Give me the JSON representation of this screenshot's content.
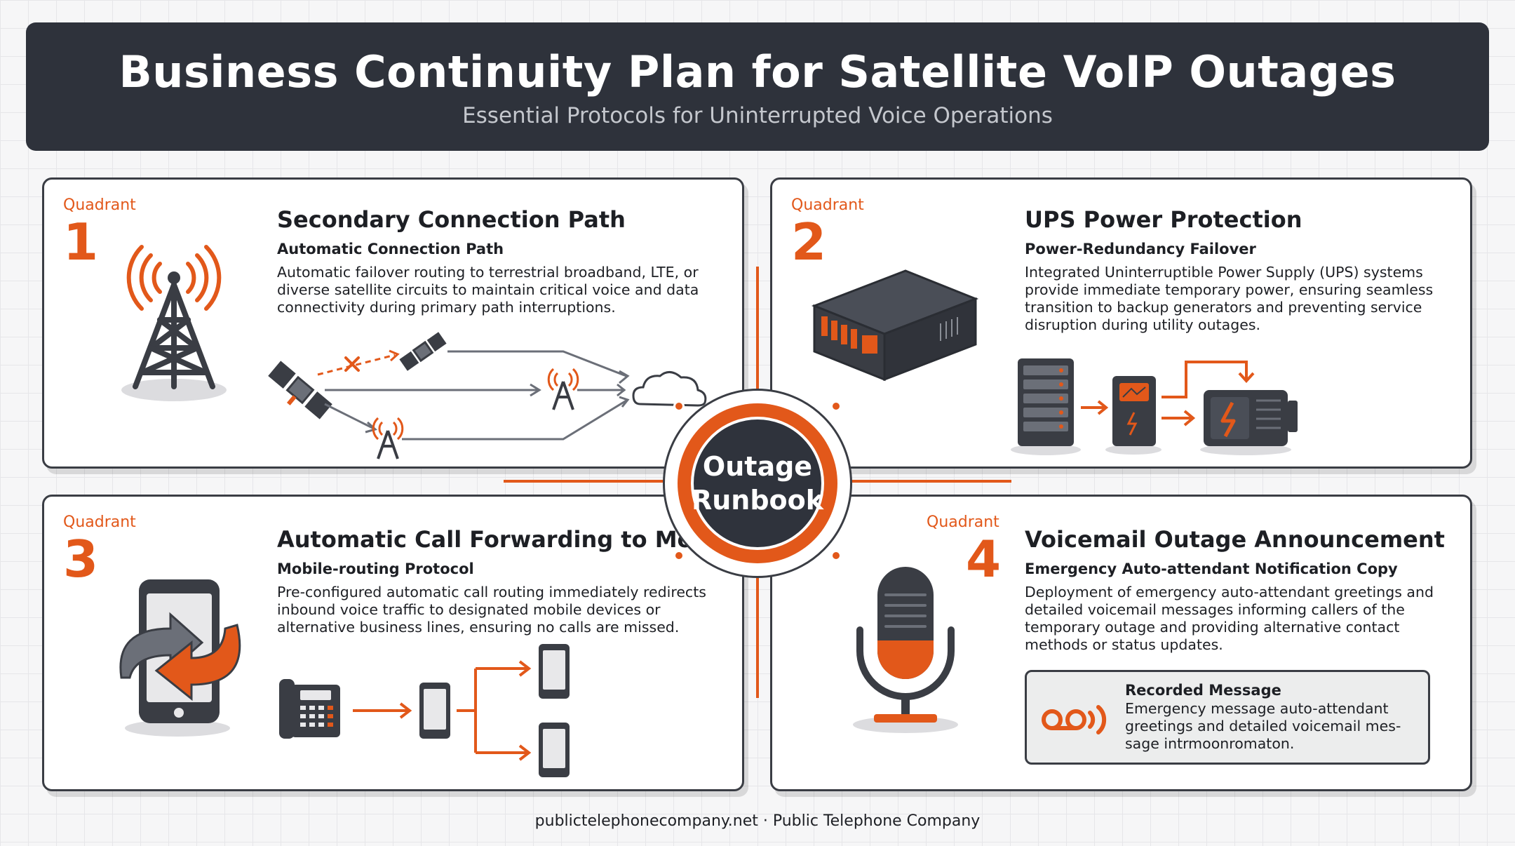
{
  "header": {
    "title": "Business Continuity Plan for Satellite VoIP Outages",
    "subtitle": "Essential Protocols for Uninterrupted Voice Operations"
  },
  "hub": {
    "label_line1": "Outage",
    "label_line2": "Runbook"
  },
  "quadrants": [
    {
      "label": "Quadrant",
      "number": "1",
      "title": "Secondary Connection Path",
      "subtitle": "Automatic Connection Path",
      "description": "Automatic failover routing to terrestrial broadband, LTE, or diverse satellite circuits to maintain critical voice and data connectivity during primary path interruptions."
    },
    {
      "label": "Quadrant",
      "number": "2",
      "title": "UPS Power Protection",
      "subtitle": "Power-Redundancy Failover",
      "description": "Integrated Uninterruptible Power Supply (UPS) systems provide immediate temporary power, ensuring seamless transition to backup generators and preventing service disruption during utility outages."
    },
    {
      "label": "Quadrant",
      "number": "3",
      "title": "Automatic Call Forwarding to Mobile",
      "subtitle": "Mobile-routing Protocol",
      "description": "Pre-configured automatic call routing immediately redirects inbound voice traffic to designated mobile devices or alternative business lines, ensuring no calls are missed."
    },
    {
      "label": "Quadrant",
      "number": "4",
      "title": "Voicemail Outage Announcement",
      "subtitle": "Emergency Auto-attendant Notification Copy",
      "description": "Deployment of emergency auto-attendant greetings and detailed voicemail messages informing callers of the temporary outage and providing alternative contact methods or status updates.",
      "recorded": {
        "title": "Recorded Message",
        "text": "Emergency message auto-attendant greetings and detailed voicemail mes-sage intrmoonromaton."
      }
    }
  ],
  "footer": "publictelephonecompany.net · Public Telephone Company",
  "colors": {
    "accent": "#e2581a",
    "dark": "#2e323b",
    "outline": "#3a3d44"
  }
}
